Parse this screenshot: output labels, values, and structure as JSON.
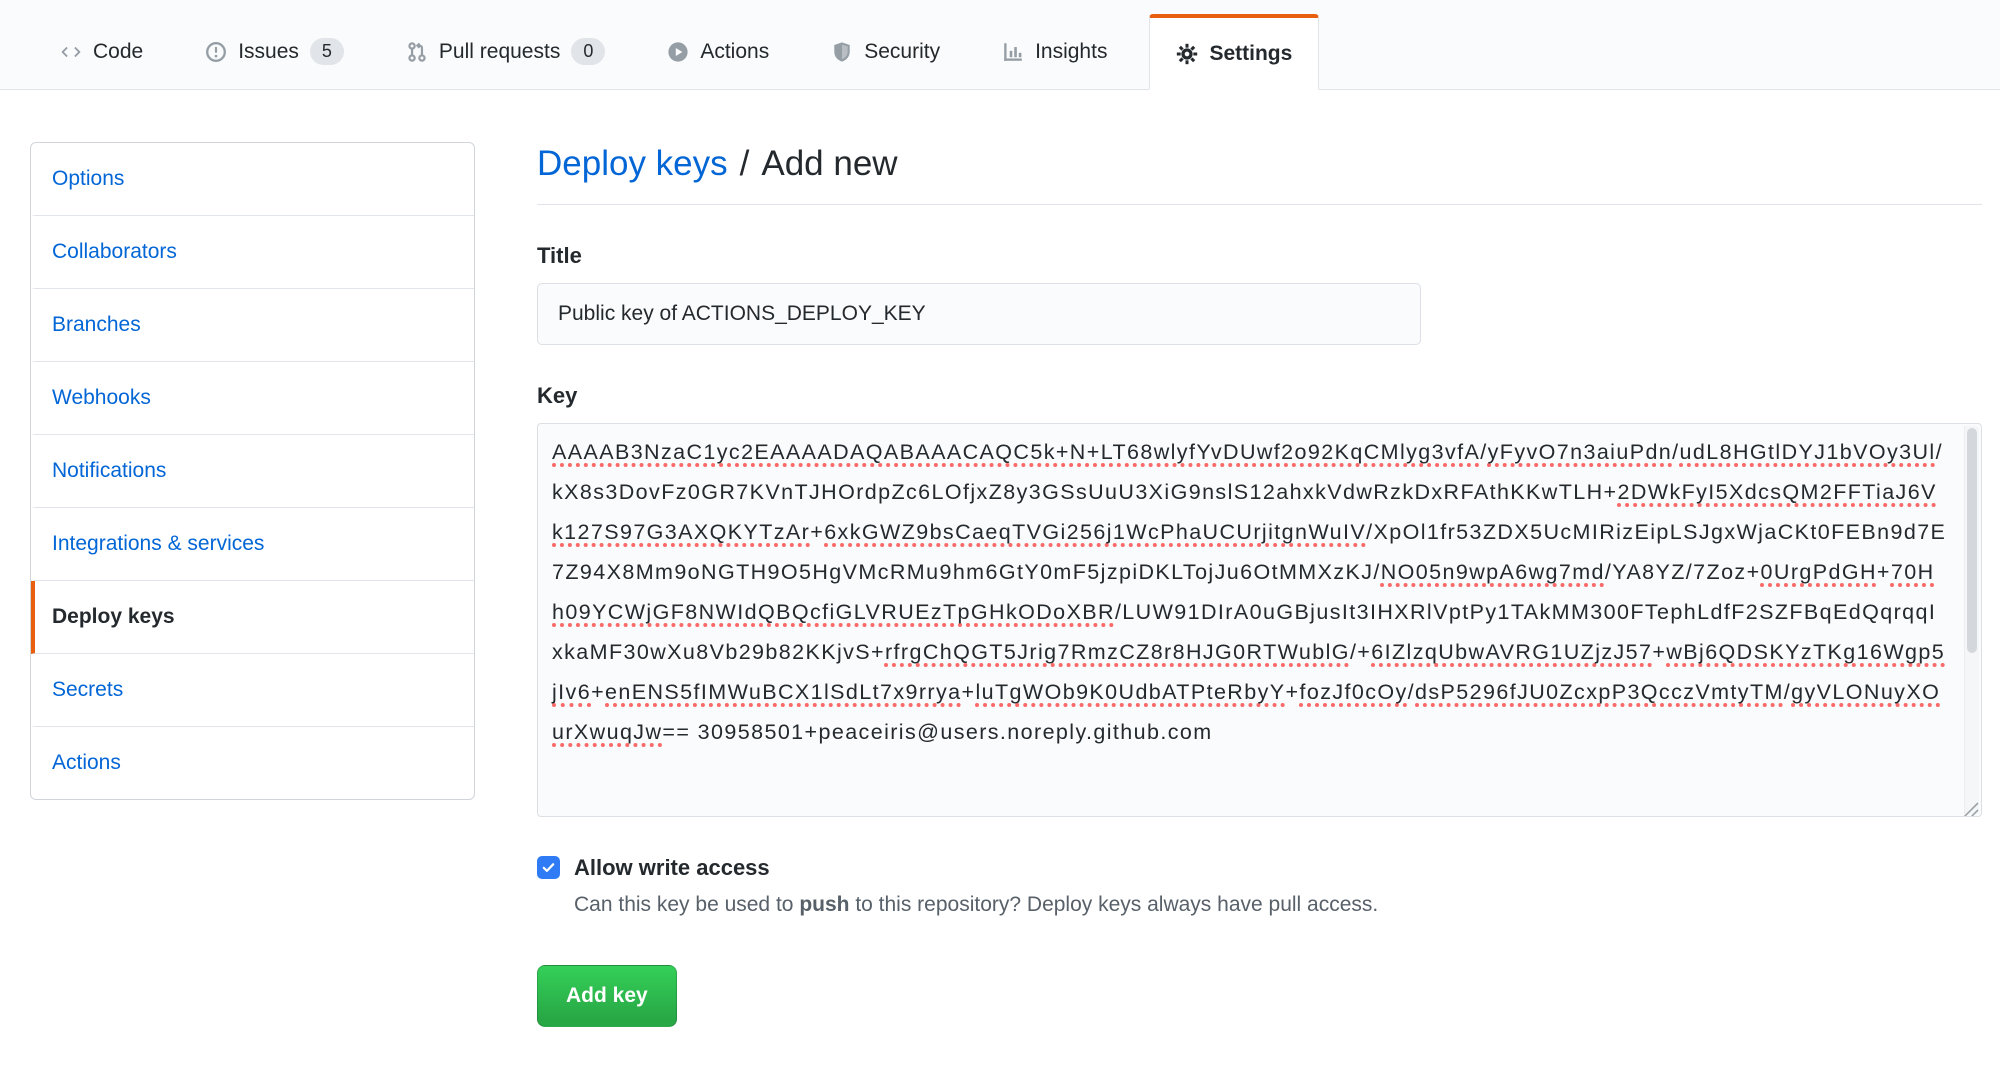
{
  "nav": {
    "tabs": [
      {
        "label": "Code",
        "icon": "code-icon"
      },
      {
        "label": "Issues",
        "icon": "issue-opened-icon",
        "count": "5"
      },
      {
        "label": "Pull requests",
        "icon": "git-pull-request-icon",
        "count": "0"
      },
      {
        "label": "Actions",
        "icon": "play-circle-icon"
      },
      {
        "label": "Security",
        "icon": "shield-icon"
      },
      {
        "label": "Insights",
        "icon": "graph-icon"
      },
      {
        "label": "Settings",
        "icon": "gear-icon",
        "active": true
      }
    ]
  },
  "sidebar": {
    "items": [
      {
        "label": "Options"
      },
      {
        "label": "Collaborators"
      },
      {
        "label": "Branches"
      },
      {
        "label": "Webhooks"
      },
      {
        "label": "Notifications"
      },
      {
        "label": "Integrations & services"
      },
      {
        "label": "Deploy keys",
        "active": true
      },
      {
        "label": "Secrets"
      },
      {
        "label": "Actions"
      }
    ]
  },
  "page": {
    "breadcrumb_link": "Deploy keys",
    "breadcrumb_separator": "/",
    "breadcrumb_current": "Add new"
  },
  "form": {
    "title_label": "Title",
    "title_value": "Public key of ACTIONS_DEPLOY_KEY",
    "key_label": "Key",
    "key_segments": [
      {
        "t": "AAAAB3NzaC1yc2EAAAADAQABAAACAQC5k+N+LT68wlyfYvDUwf2o92KqCMlyg3vfA",
        "u": true
      },
      {
        "t": "/",
        "u": false
      },
      {
        "t": "yFyvO7n3aiuPdn",
        "u": true
      },
      {
        "t": "/",
        "u": false
      },
      {
        "t": "udL8HGtlDYJ1bVOy3Ul",
        "u": true
      },
      {
        "t": "/",
        "u": false
      },
      {
        "t": "kX8s3DovFz0GR7KVnTJHOrdpZc6LOfjxZ8y3GSsUuU3XiG9nslS12ahxkVdwRzkDxRFAthKKwTLH+",
        "u": false
      },
      {
        "t": "2DWkFyI5XdcsQM2FFTiaJ6Vk127S97G3AXQKYTzAr",
        "u": true
      },
      {
        "t": "+",
        "u": false
      },
      {
        "t": "6xkGWZ9bsCaeqTVGi256j1WcPhaUCUrjitgnWuIV",
        "u": true
      },
      {
        "t": "/XpOl1fr53ZDX5UcMIRizEipLSJgxWjaCKt0FEBn9d7E7Z94X8Mm9oNGTH9O5HgVMcRMu9hm6GtY0mF5jzpiDKLTojJu6OtMMXzKJ/",
        "u": false
      },
      {
        "t": "NO05n9wpA6wg7md",
        "u": true
      },
      {
        "t": "/YA8YZ/7Zoz+",
        "u": false
      },
      {
        "t": "0UrgPdGH",
        "u": true
      },
      {
        "t": "+",
        "u": false
      },
      {
        "t": "70Hh09YCWjGF8NWIdQBQcfiGLVRUEzTpGHkODoXBR",
        "u": true
      },
      {
        "t": "/LUW91DIrA0uGBjusIt3IHXRlVptPy1TAkMM300FTephLdfF2SZFBqEdQqrqqIxkaMF30wXu8Vb29b82KKjvS+",
        "u": false
      },
      {
        "t": "rfrgChQGT5Jrig7RmzCZ8r8HJG0RTWublG",
        "u": true
      },
      {
        "t": "/+",
        "u": false
      },
      {
        "t": "6IZlzqUbwAVRG1UZjzJ57",
        "u": true
      },
      {
        "t": "+",
        "u": false
      },
      {
        "t": "wBj6QDSKYzTKg16Wgp5jIv6",
        "u": true
      },
      {
        "t": "+",
        "u": false
      },
      {
        "t": "enENS5fIMWuBCX1lSdLt7x9rrya",
        "u": true
      },
      {
        "t": "+",
        "u": false
      },
      {
        "t": "luTgWOb9K0UdbATPteRbyY",
        "u": true
      },
      {
        "t": "+",
        "u": false
      },
      {
        "t": "fozJf0cOy",
        "u": true
      },
      {
        "t": "/",
        "u": false
      },
      {
        "t": "dsP5296fJU0ZcxpP3QcczVmtyTM",
        "u": true
      },
      {
        "t": "/",
        "u": false
      },
      {
        "t": "gyVLONuyXOurXwuqJw",
        "u": true
      },
      {
        "t": "== ",
        "u": false
      },
      {
        "t": "30958501+peaceiris@users.noreply.github.com",
        "u": false
      }
    ],
    "write_access": {
      "label": "Allow write access",
      "checked": true,
      "note_prefix": "Can this key be used to ",
      "note_bold": "push",
      "note_suffix": " to this repository? Deploy keys always have pull access."
    },
    "submit_label": "Add key"
  },
  "colors": {
    "accent_orange": "#e8600f",
    "link_blue": "#0366d6",
    "text_dark": "#24292e",
    "text_muted": "#586069",
    "button_green": "#28a745",
    "checkbox_blue": "#2f7bf5",
    "squiggle_red": "#fb6a6a"
  }
}
